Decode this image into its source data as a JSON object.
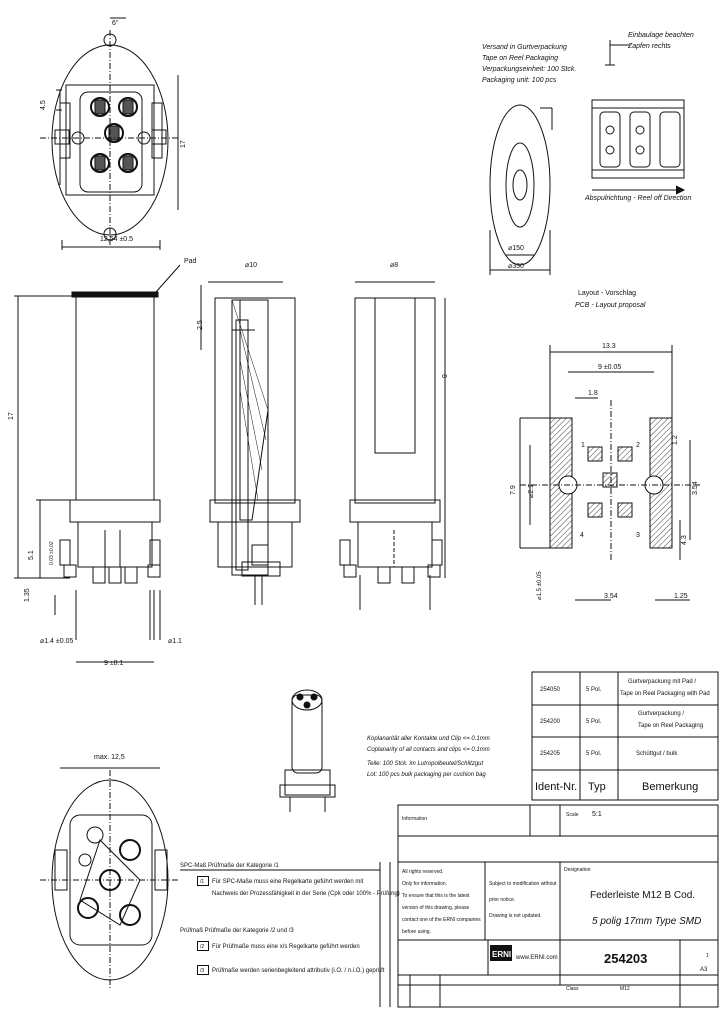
{
  "top_left": {
    "angle": "6°",
    "dim_45": "4.5",
    "dim_width": "12,54 ±0.5",
    "pad_label": "Pad",
    "dim_17": "17"
  },
  "middle_views": {
    "dia10": "⌀10",
    "dia8": "⌀8",
    "dim_9": "9",
    "dim_5": "5.1",
    "dim_03": "0.03 ±0.02",
    "dim_135": "1.35",
    "dia14": "⌀1.4 ±0.05",
    "dia11": "⌀1.1",
    "dim_9b": "9 ±0.1",
    "dim_25": "2.5"
  },
  "reel": {
    "line1": "Versand in Gurtverpackung",
    "line2": "Tape on Reel Packaging",
    "line3": "Verpackungseinheit: 100 Stck.",
    "line4": "Packaging unit: 100 pcs",
    "d150": "⌀150",
    "d330": "⌀330"
  },
  "tape": {
    "line1": "Einbaulage beachten",
    "line2": "Zapfen rechts",
    "direction": "Abspulrichtung - Reel off Direction"
  },
  "layout": {
    "title1": "Layout - Vorschlag",
    "title2": "PCB - Layout proposal",
    "d133": "13.3",
    "d9": "9 ±0.05",
    "d18": "1.8",
    "d79": "7.9",
    "d21": "⌀2.1",
    "d15": "⌀1.5 ±0.05",
    "d354a": "3.54",
    "d354b": "3.54",
    "d125": "1.25",
    "d12": "1.2",
    "d43": "4.3",
    "p1": "1",
    "p2": "2",
    "p3": "3",
    "p4": "4"
  },
  "idtable": {
    "rows": [
      {
        "id": "254050",
        "qty": "5 Pol.",
        "note1": "Gurtverpackung mit Pad /",
        "note2": "Tape on Reel Packaging with Pad"
      },
      {
        "id": "254200",
        "qty": "5 Pol.",
        "note1": "Gurtverpackung /",
        "note2": "Tape on Reel Packaging"
      },
      {
        "id": "254205",
        "qty": "5 Pol.",
        "note1": "Schüttgut / bulk",
        "note2": ""
      }
    ],
    "h_id": "Ident-Nr.",
    "h_typ": "Typ",
    "h_note": "Bemerkung"
  },
  "notes": {
    "n1": "Koplanarität aller Kontakte und Clip <= 0.1mm",
    "n2": "Coplanarity of all contacts and clips <= 0.1mm",
    "n3": "Teile: 100 Stck. im Lutropolbeutel/Schlitzgut",
    "n4": "Lot: 100 pcs bulk packaging per cushion bag"
  },
  "bottom_left": {
    "max": "max. 12,5"
  },
  "spc": {
    "title": "SPC-Maß  Prüfmaße der Kategorie /1",
    "l1": "Für SPC-Maße muss eine Regelkarte geführt werden mit",
    "l2": "Nachweis der Prozessfähigkeit in der Serie (Cpk oder 100% - Prüfung)",
    "p_title": "Prüfmaß  Prüfmaße der Kategorie /2 und /3",
    "p1": "Für Prüfmaße muss eine x/s Regelkarte geführt werden",
    "p2": "Prüfmaße werden serienbegleitend attributiv (i.O. / n.i.O.) geprüft",
    "mark1": "/1",
    "mark2": "/2",
    "mark3": "/3"
  },
  "title_block": {
    "information": "Information",
    "scale_label": "Scale",
    "scale": "5:1",
    "rights1": "All rights reserved.",
    "rights2": "Only for information.",
    "rights3": "To ensure that this is the latest",
    "rights4": "version of this drawing, please",
    "rights5": "contact one of the ERNI companies",
    "rights6": "before using.",
    "subject1": "Subject to modification without",
    "subject2": "prior notice.",
    "subject3": "Drawing is not updated.",
    "desc_label": "Designation",
    "title1": "Federleiste M12 B Cod.",
    "title2": "5 polig 17mm Type SMD",
    "logo": "ERNI",
    "url": "www.ERNI.com",
    "number": "254203",
    "sheet": "1",
    "format": "A3",
    "class": "Class",
    "class_val": "M12"
  }
}
